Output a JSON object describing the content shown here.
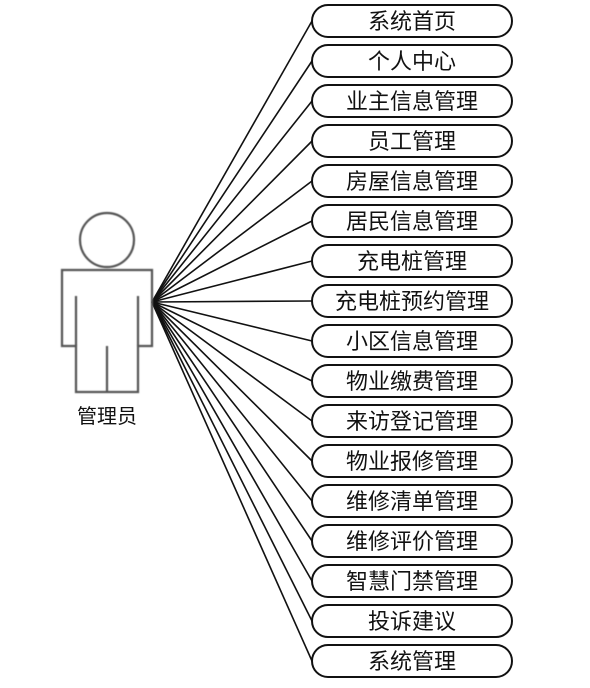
{
  "actor": {
    "label": "管理员"
  },
  "use_cases": [
    "系统首页",
    "个人中心",
    "业主信息管理",
    "员工管理",
    "房屋信息管理",
    "居民信息管理",
    "充电桩管理",
    "充电桩预约管理",
    "小区信息管理",
    "物业缴费管理",
    "来访登记管理",
    "物业报修管理",
    "维修清单管理",
    "维修评价管理",
    "智慧门禁管理",
    "投诉建议",
    "系统管理"
  ],
  "colors": {
    "stroke": "#111111",
    "actor_stroke": "#555555",
    "background": "#ffffff"
  }
}
